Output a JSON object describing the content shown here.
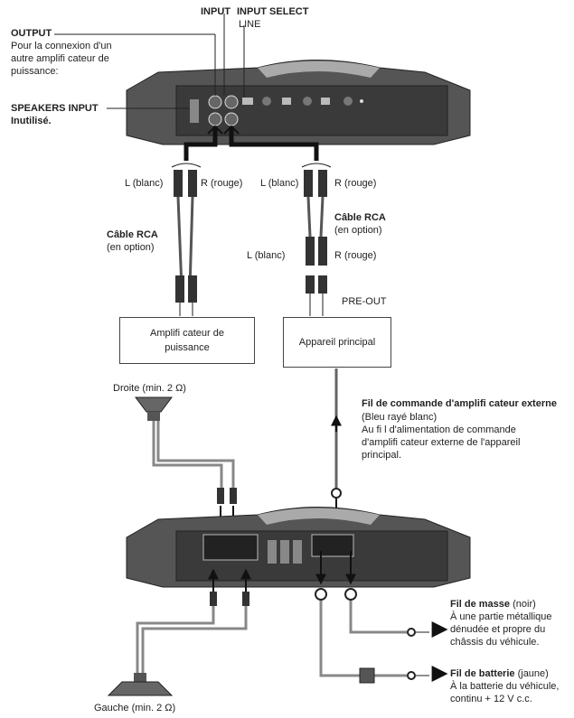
{
  "labels": {
    "output_title": "OUTPUT",
    "output_desc": [
      "Pour la connexion d'un",
      "autre amplifi cateur de",
      "puissance:"
    ],
    "speakers_input": "SPEAKERS INPUT",
    "unused": "Inutilisé.",
    "input": "INPUT",
    "input_select": "INPUT SELECT",
    "line": "LINE",
    "l_white": "L (blanc)",
    "r_red": "R (rouge)",
    "rca_cable": "Câble RCA",
    "optional": "(en option)",
    "pre_out": "PRE-OUT",
    "amp_box": [
      "Amplifi cateur de",
      "puissance"
    ],
    "head_unit": "Appareil principal",
    "right_spk": "Droite (min. 2 Ω)",
    "left_spk": "Gauche (min. 2 Ω)",
    "remote_title": "Fil de commande d'amplifi cateur externe",
    "remote_desc": [
      "(Bleu rayé blanc)",
      "Au fi l d'alimentation de commande",
      "d'amplifi cateur externe de l'appareil",
      "principal."
    ],
    "ground_title": "Fil de masse",
    "ground_color": " (noir)",
    "ground_desc": [
      "À une partie métallique",
      "dénudée et propre du",
      "châssis du véhicule."
    ],
    "battery_title": "Fil de batterie",
    "battery_color": " (jaune)",
    "battery_desc": [
      "À la batterie du véhicule,",
      "continu + 12 V c.c."
    ]
  },
  "icons": [
    "amplifier-icon",
    "rca-plug-icon",
    "speaker-icon",
    "arrow-right-icon",
    "ring-terminal-icon",
    "fuse-icon"
  ]
}
